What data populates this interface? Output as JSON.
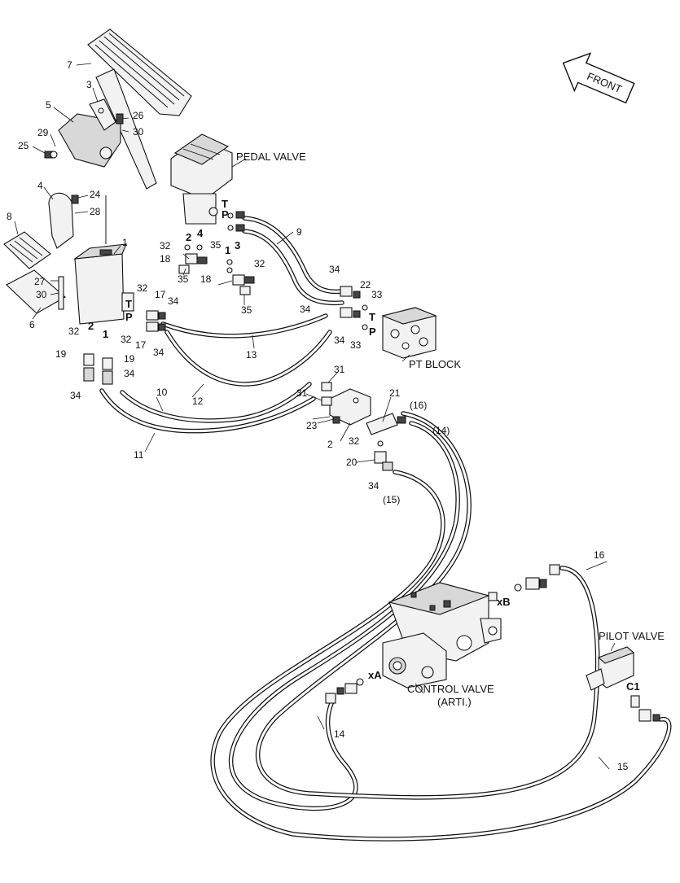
{
  "diagram": {
    "component_labels": {
      "pedal_valve": "PEDAL VALVE",
      "pt_block": "PT BLOCK",
      "control_valve_line1": "CONTROL VALVE",
      "control_valve_line2": "(ARTI.)",
      "pilot_valve": "PILOT VALVE",
      "front": "FRONT"
    },
    "port_labels": {
      "t": "T",
      "p": "P",
      "xa": "xA",
      "xb": "xB",
      "c1": "C1",
      "port_1": "1",
      "port_2": "2",
      "port_3": "3",
      "port_4": "4"
    },
    "part_numbers": {
      "n1": "1",
      "n2": "2",
      "n3": "3",
      "n4": "4",
      "n5": "5",
      "n6": "6",
      "n7": "7",
      "n8": "8",
      "n9": "9",
      "n10": "10",
      "n11": "11",
      "n12": "12",
      "n13": "13",
      "n14": "14",
      "n15": "15",
      "n16": "16",
      "n17": "17",
      "n18": "18",
      "n19": "19",
      "n20": "20",
      "n21": "21",
      "n22": "22",
      "n23": "23",
      "n24": "24",
      "n25": "25",
      "n26": "26",
      "n27": "27",
      "n28": "28",
      "n29": "29",
      "n30": "30",
      "n31": "31",
      "n32": "32",
      "n33": "33",
      "n34": "34",
      "n35": "35",
      "n14p": "(14)",
      "n15p": "(15)",
      "n16p": "(16)"
    }
  }
}
